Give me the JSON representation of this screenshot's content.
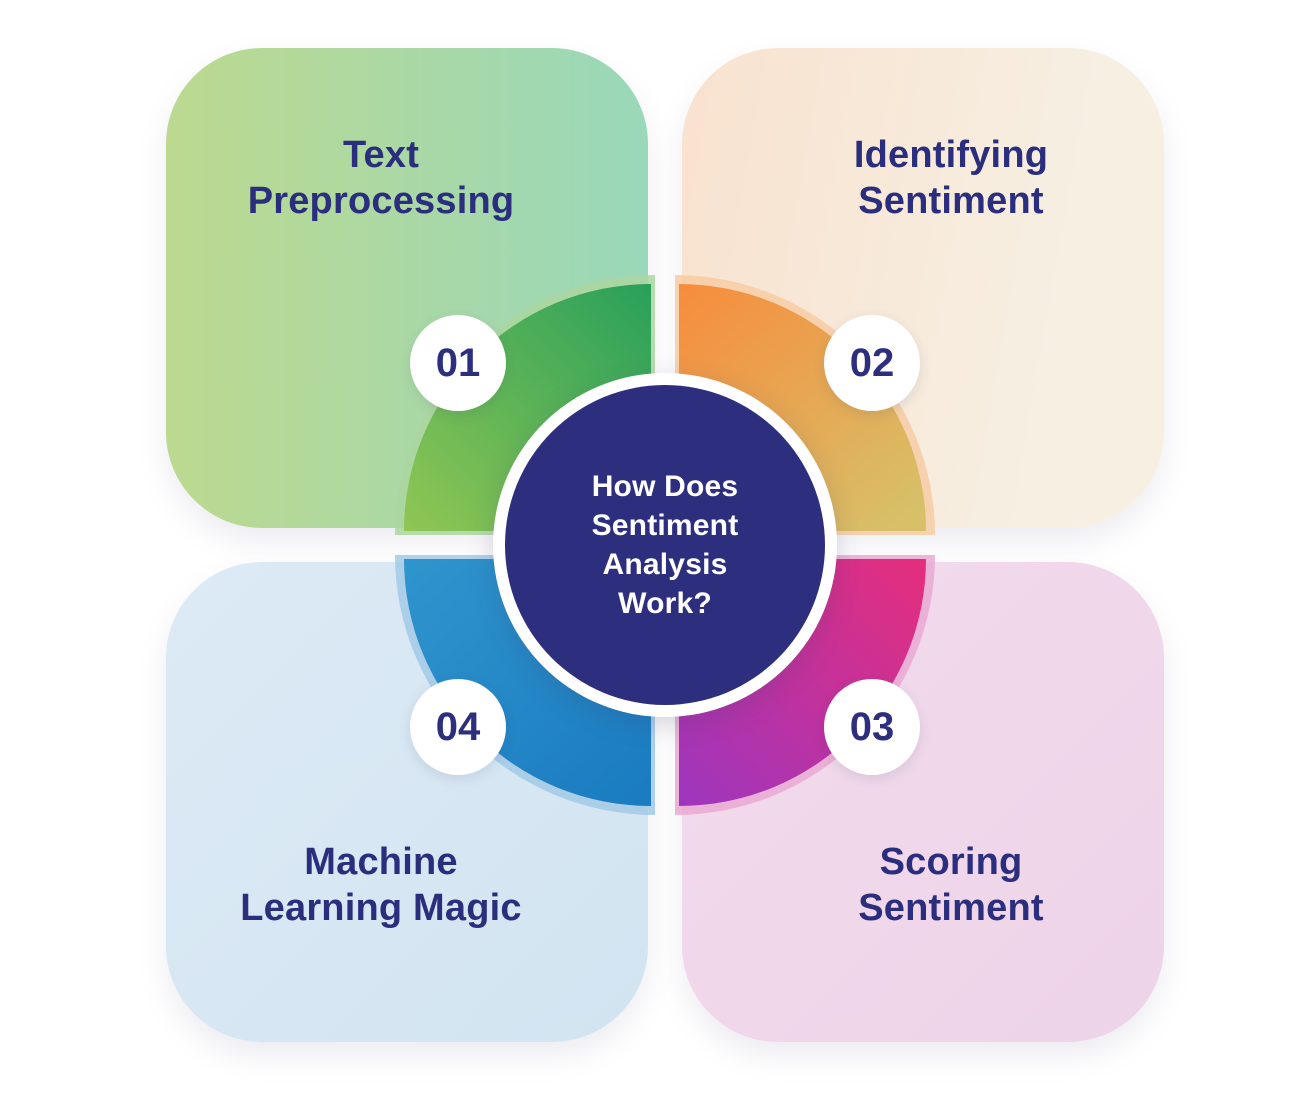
{
  "center": {
    "lines": [
      "How Does",
      "Sentiment",
      "Analysis",
      "Work?"
    ],
    "text": "How Does Sentiment Analysis Work?"
  },
  "steps": [
    {
      "number": "01",
      "title_line1": "Text",
      "title_line2": "Preprocessing",
      "position": "top-left"
    },
    {
      "number": "02",
      "title_line1": "Identifying",
      "title_line2": "Sentiment",
      "position": "top-right"
    },
    {
      "number": "03",
      "title_line1": "Scoring",
      "title_line2": "Sentiment",
      "position": "bottom-right"
    },
    {
      "number": "04",
      "title_line1": "Machine",
      "title_line2": "Learning Magic",
      "position": "bottom-left"
    }
  ],
  "colors": {
    "background": "#ffffff",
    "heading_text": "#2b2d7d",
    "center_circle_fill": "#2d2f7e",
    "center_circle_ring": "#ffffff",
    "center_text": "#ffffff",
    "badge_background": "#ffffff",
    "badge_text": "#2d2f7e",
    "card_gradients": {
      "step01": [
        "#bcd98f",
        "#99d8ba"
      ],
      "step02": [
        "#f9e2cf",
        "#f6efe2"
      ],
      "step03": [
        "#f2dcec",
        "#eed3e8"
      ],
      "step04": [
        "#dceaf5",
        "#d2e4f1"
      ]
    },
    "rosette_gradients": {
      "step01": [
        "#29a05b",
        "#90c653"
      ],
      "step02": [
        "#f78c3d",
        "#d7c068"
      ],
      "step03": [
        "#e52e7c",
        "#9d36be"
      ],
      "step04": [
        "#2f95cd",
        "#1b7cc1"
      ]
    },
    "rosette_halos": {
      "step01": "#abd6a0",
      "step02": "#f7cda4",
      "step03": "#eaa8d2",
      "step04": "#a2c9e6"
    }
  }
}
